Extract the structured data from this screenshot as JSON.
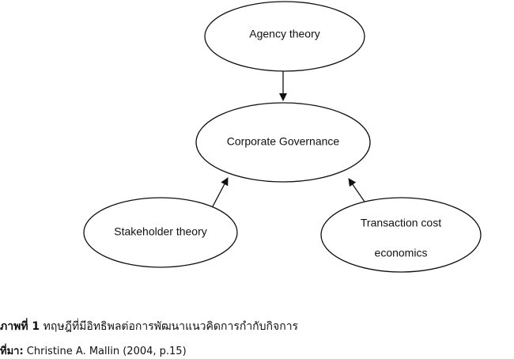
{
  "diagram": {
    "nodes": {
      "agency": {
        "lines": [
          "Agency theory"
        ]
      },
      "corporate": {
        "lines": [
          "Corporate Governance"
        ]
      },
      "stakeholder": {
        "lines": [
          "Stakeholder theory"
        ]
      },
      "transaction": {
        "lines": [
          "Transaction cost",
          "economics"
        ]
      }
    },
    "edges": [
      {
        "from": "agency",
        "to": "corporate"
      },
      {
        "from": "stakeholder",
        "to": "corporate"
      },
      {
        "from": "transaction",
        "to": "corporate"
      }
    ]
  },
  "caption": {
    "figure_label": "ภาพที่ 1",
    "figure_text": "ทฤษฎีที่มีอิทธิพลต่อการพัฒนาแนวคิดการกำกับกิจการ",
    "source_label": "ที่มา:",
    "source_text": "Christine A. Mallin (2004, p.15)"
  },
  "colors": {
    "stroke": "#111111",
    "background": "#ffffff"
  }
}
